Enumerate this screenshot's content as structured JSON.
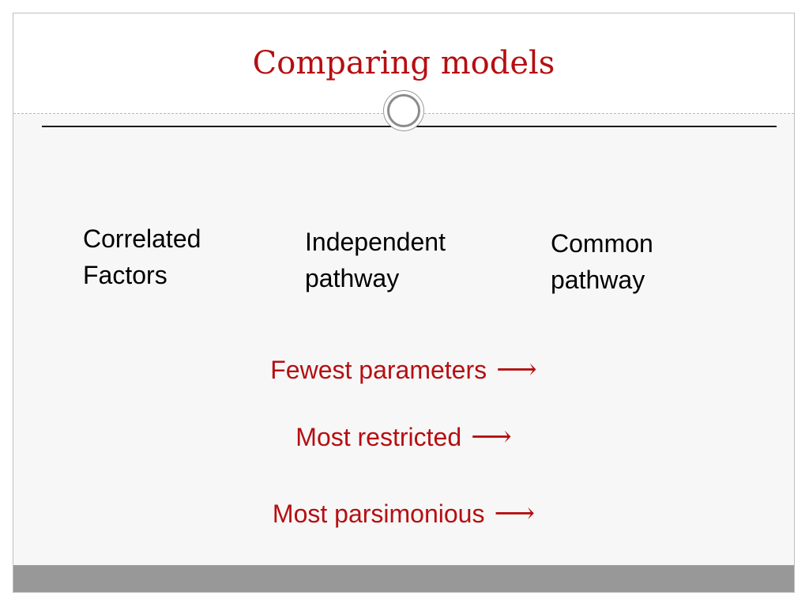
{
  "slide": {
    "title": "Comparing models",
    "models": [
      {
        "line1": "Correlated",
        "line2": "Factors"
      },
      {
        "line1": "Independent",
        "line2": "pathway"
      },
      {
        "line1": "Common",
        "line2": "pathway"
      }
    ],
    "statements": [
      {
        "text": "Fewest parameters",
        "arrow": "⟶"
      },
      {
        "text": "Most restricted",
        "arrow": "⟶"
      },
      {
        "text": "Most parsimonious",
        "arrow": "⟶"
      }
    ]
  },
  "colors": {
    "title": "#b50f12",
    "accent_text": "#b50f12",
    "body_text": "#000000",
    "footer": "#989898",
    "body_background": "#f7f7f7"
  }
}
